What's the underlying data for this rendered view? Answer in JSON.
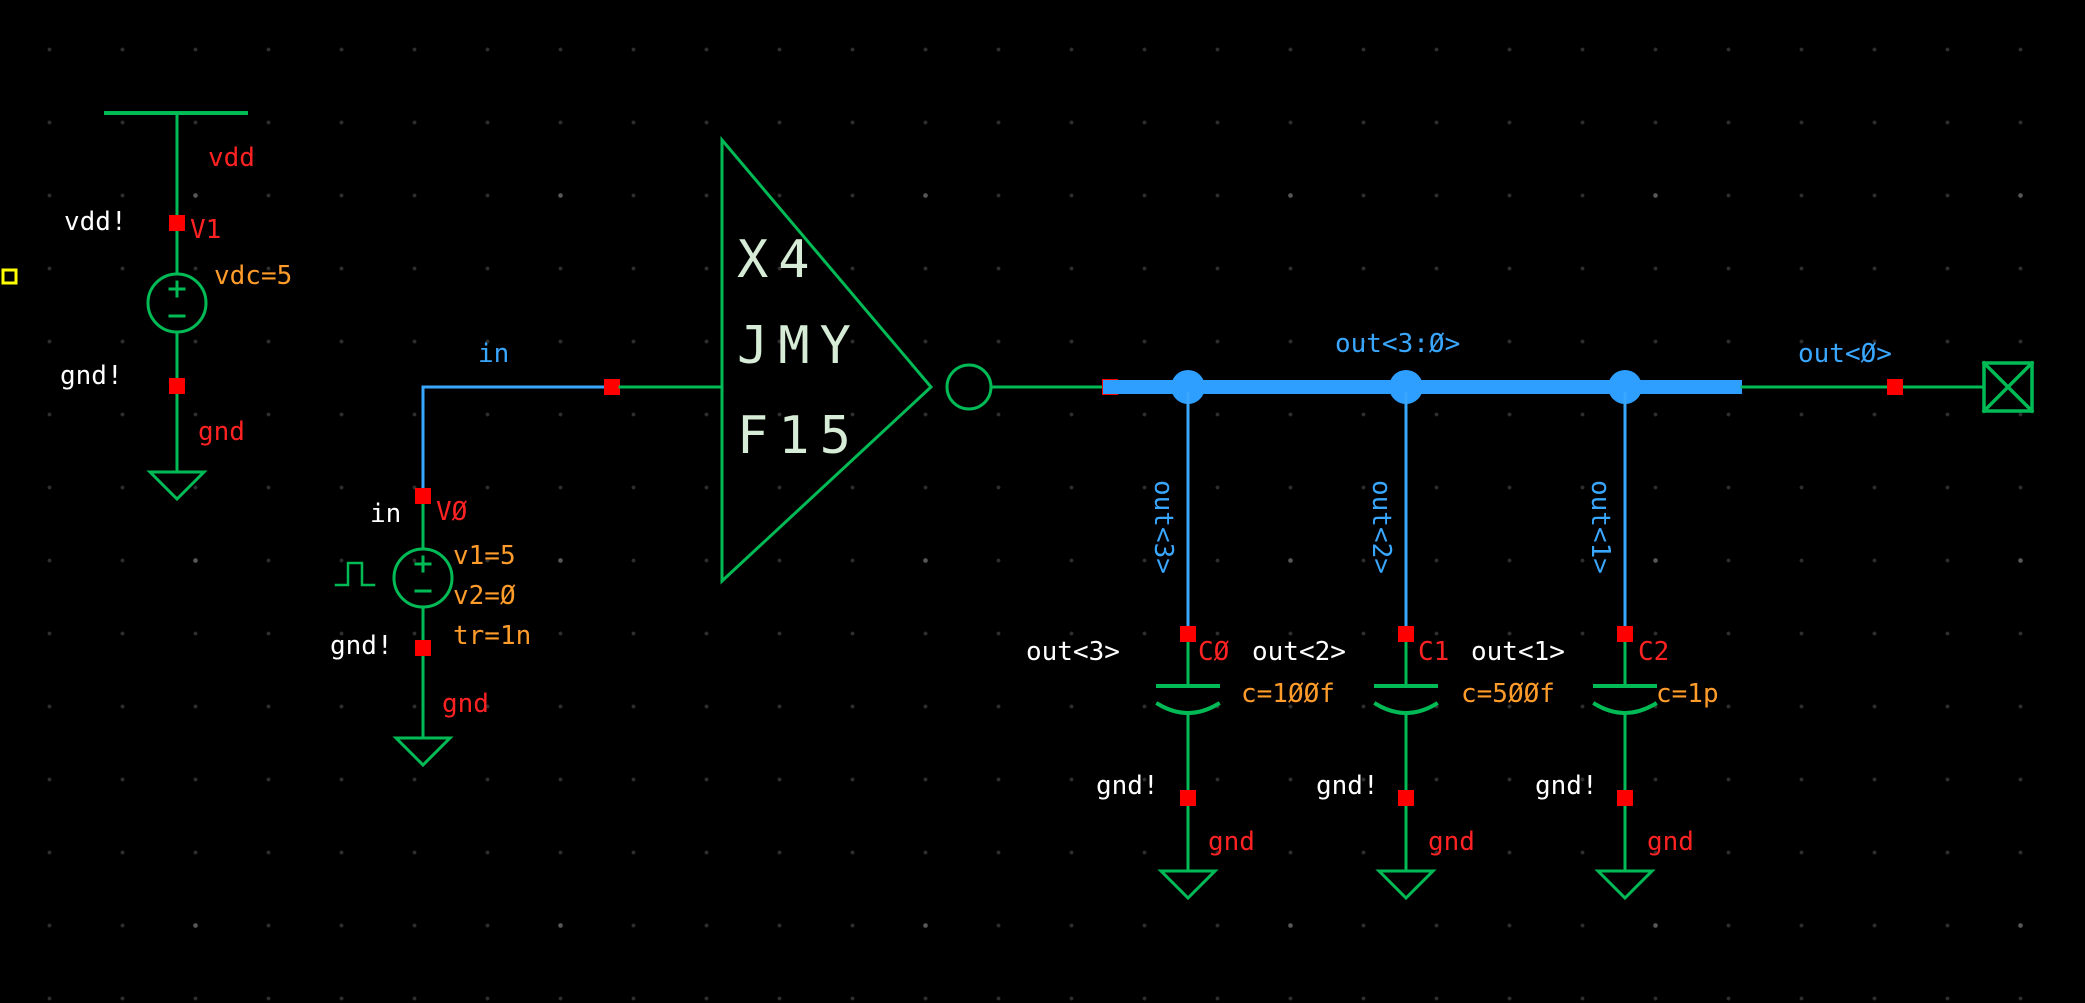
{
  "app": "schematic-editor-canvas",
  "colors": {
    "background": "#000000",
    "schematic_green": "#00bb55",
    "instance_text_green": "#d6ecd6",
    "net_blue": "#3aa7ff",
    "bus_blue": "#2f9fff",
    "label_red": "#ff2222",
    "pin_red": "#ff0000",
    "param_orange": "#ff9c2a",
    "net_white": "#ffffff",
    "marker_yellow": "#ffff00",
    "grid_dot": "#2e2e2e"
  },
  "sources": {
    "v1": {
      "rail_net": "vdd",
      "pin_top_net": "vdd!",
      "instance": "V1",
      "param": "vdc=5",
      "pin_bottom_net": "gnd!",
      "gnd_label": "gnd"
    },
    "v0": {
      "pin_top_net": "in",
      "instance": "VØ",
      "params": [
        "v1=5",
        "v2=Ø",
        "tr=1n"
      ],
      "pin_bottom_net": "gnd!",
      "gnd_label": "gnd"
    }
  },
  "buffer": {
    "instance": "X4",
    "cell_line1": "JMY",
    "cell_line2": "F15"
  },
  "nets": {
    "in_label": "in",
    "bus_label": "out<3:Ø>",
    "out0_label": "out<Ø>"
  },
  "caps": [
    {
      "instance": "CØ",
      "value": "c=1ØØf",
      "net": "out<3>",
      "wire_label": "out<3>",
      "gnd_pin": "gnd!",
      "gnd_label": "gnd"
    },
    {
      "instance": "C1",
      "value": "c=5ØØf",
      "net": "out<2>",
      "wire_label": "out<2>",
      "gnd_pin": "gnd!",
      "gnd_label": "gnd"
    },
    {
      "instance": "C2",
      "value": "c=1p",
      "net": "out<1>",
      "wire_label": "out<1>",
      "gnd_pin": "gnd!",
      "gnd_label": "gnd"
    }
  ]
}
